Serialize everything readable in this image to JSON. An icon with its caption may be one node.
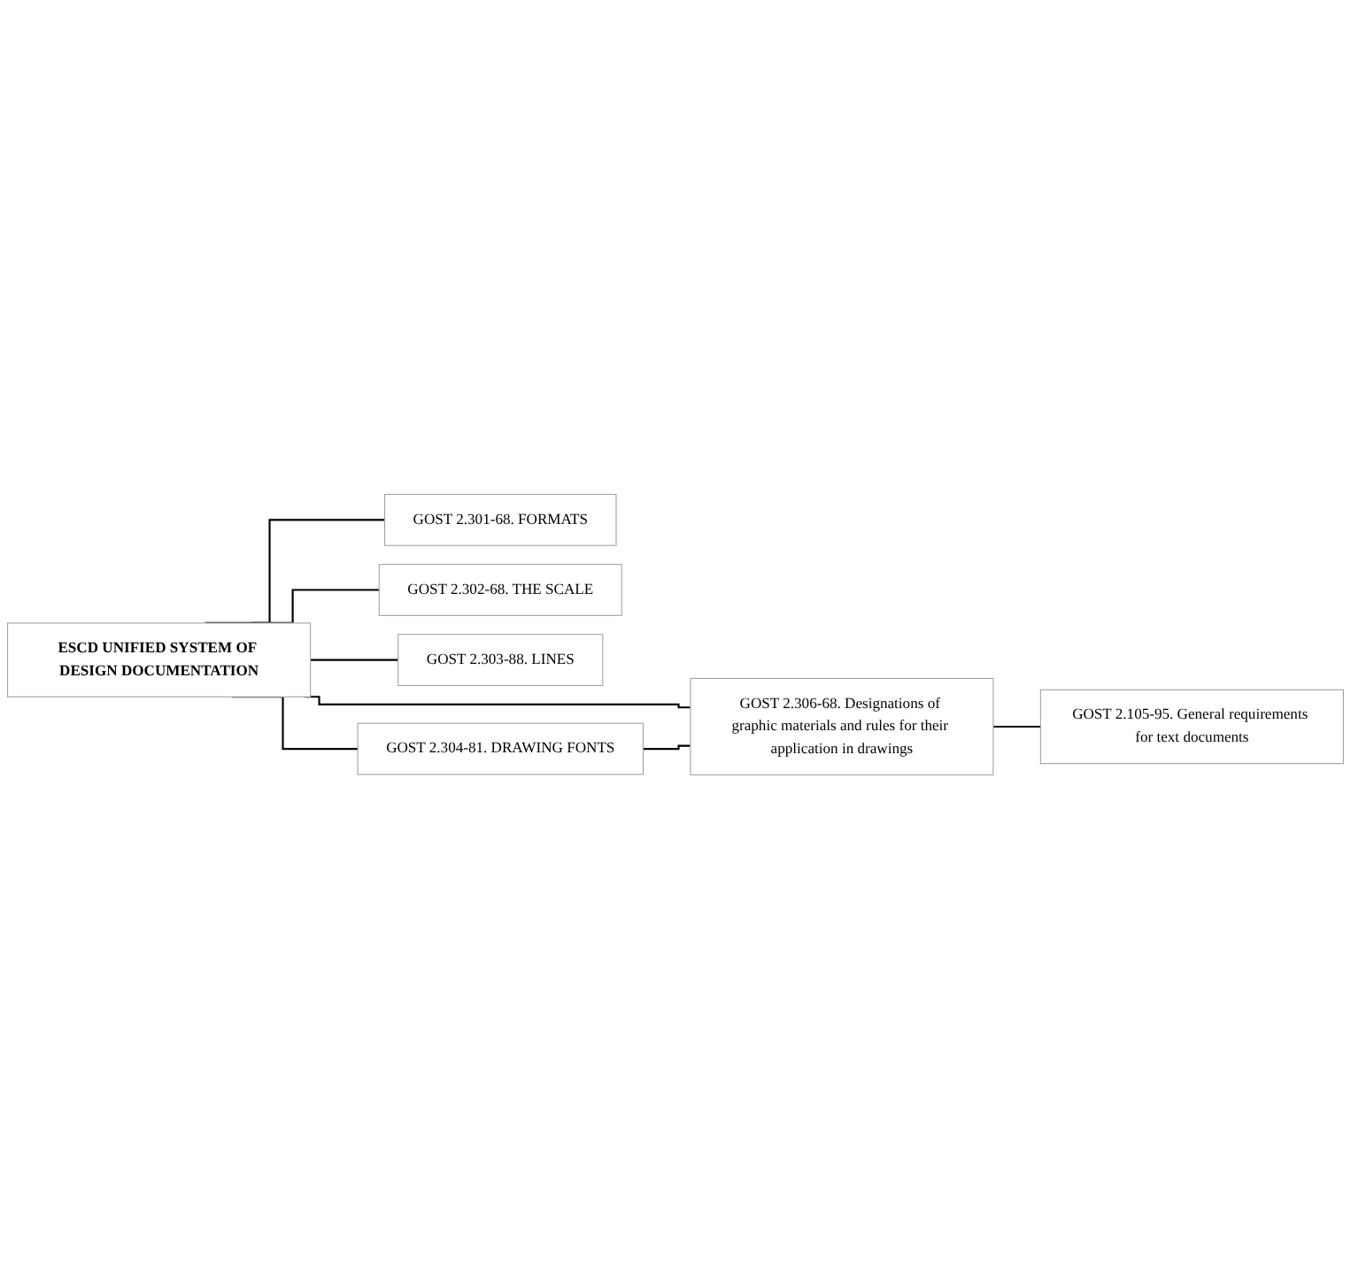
{
  "diagram": {
    "nodes": [
      {
        "text": [
          "ESCD UNIFIED SYSTEM OF DESIGN DOCUMENTATION"
        ]
      },
      {
        "text": [
          "GOST 2.301-68. FORMATS"
        ]
      },
      {
        "text": [
          "GOST 2.302-68. THE SCALE"
        ]
      },
      {
        "text": [
          "GOST 2.303-88. LINES"
        ]
      },
      {
        "text": [
          "GOST 2.304-81. DRAWING FONTS"
        ]
      },
      {
        "text": [
          "GOST 2.306-68. Designations of graphic materials and rules for their application in drawings"
        ]
      },
      {
        "text": [
          "GOST 2.105-95. General requirements for text documents"
        ]
      }
    ],
    "edges": [
      {
        "from": 0,
        "to": 1,
        "arrow": "none"
      },
      {
        "from": 0,
        "to": 2,
        "arrow": "none"
      },
      {
        "from": 0,
        "to": 3,
        "arrow": "none"
      },
      {
        "from": 0,
        "to": 4,
        "arrow": "none"
      },
      {
        "from": 0,
        "to": 5,
        "arrow": "none"
      },
      {
        "from": 4,
        "to": 5,
        "arrow": "none"
      },
      {
        "from": 5,
        "to": 6,
        "arrow": "none"
      }
    ]
  }
}
